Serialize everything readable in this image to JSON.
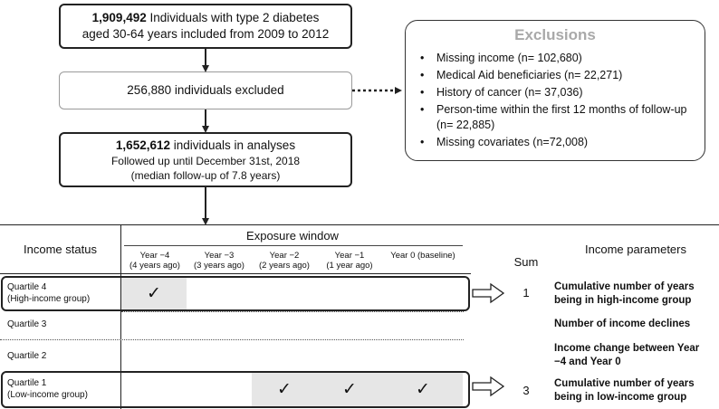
{
  "flow": {
    "box1": {
      "count": "1,909,492",
      "text1": " Individuals with type 2 diabetes",
      "text2": "aged 30-64 years included from 2009 to 2012"
    },
    "box2": {
      "text": "256,880 individuals excluded"
    },
    "box3": {
      "count": "1,652,612",
      "text1": " individuals in analyses",
      "text2": "Followed up until December 31st, 2018",
      "text3": "(median follow-up of 7.8 years)"
    }
  },
  "exclusions": {
    "title": "Exclusions",
    "items": [
      "Missing income (n= 102,680)",
      "Medical Aid beneficiaries (n= 22,271)",
      "History of cancer (n= 37,036)",
      "Person-time within the first 12 months of follow-up (n= 22,885)",
      "Missing covariates (n=72,008)"
    ]
  },
  "table": {
    "income_status_header": "Income status",
    "exposure_header": "Exposure window",
    "sum_header": "Sum",
    "params_header": "Income parameters",
    "years": [
      {
        "label": "Year −4",
        "sub": "(4 years ago)"
      },
      {
        "label": "Year −3",
        "sub": "(3 years ago)"
      },
      {
        "label": "Year −2",
        "sub": "(2 years ago)"
      },
      {
        "label": "Year −1",
        "sub": "(1 year ago)"
      },
      {
        "label": "Year 0 (baseline)",
        "sub": ""
      }
    ],
    "rows": {
      "q4": {
        "label": "Quartile 4",
        "sub": "(High-income group)",
        "sum": "1",
        "param": "Cumulative number of years being in high-income group"
      },
      "q3": {
        "label": "Quartile 3",
        "param": "Number of income declines"
      },
      "q2": {
        "label": "Quartile 2",
        "param": "Income change between Year −4 and Year 0"
      },
      "q1": {
        "label": "Quartile 1",
        "sub": "(Low-income group)",
        "sum": "3",
        "param": "Cumulative number of years being in low-income group"
      }
    },
    "check_glyph": "✓"
  }
}
